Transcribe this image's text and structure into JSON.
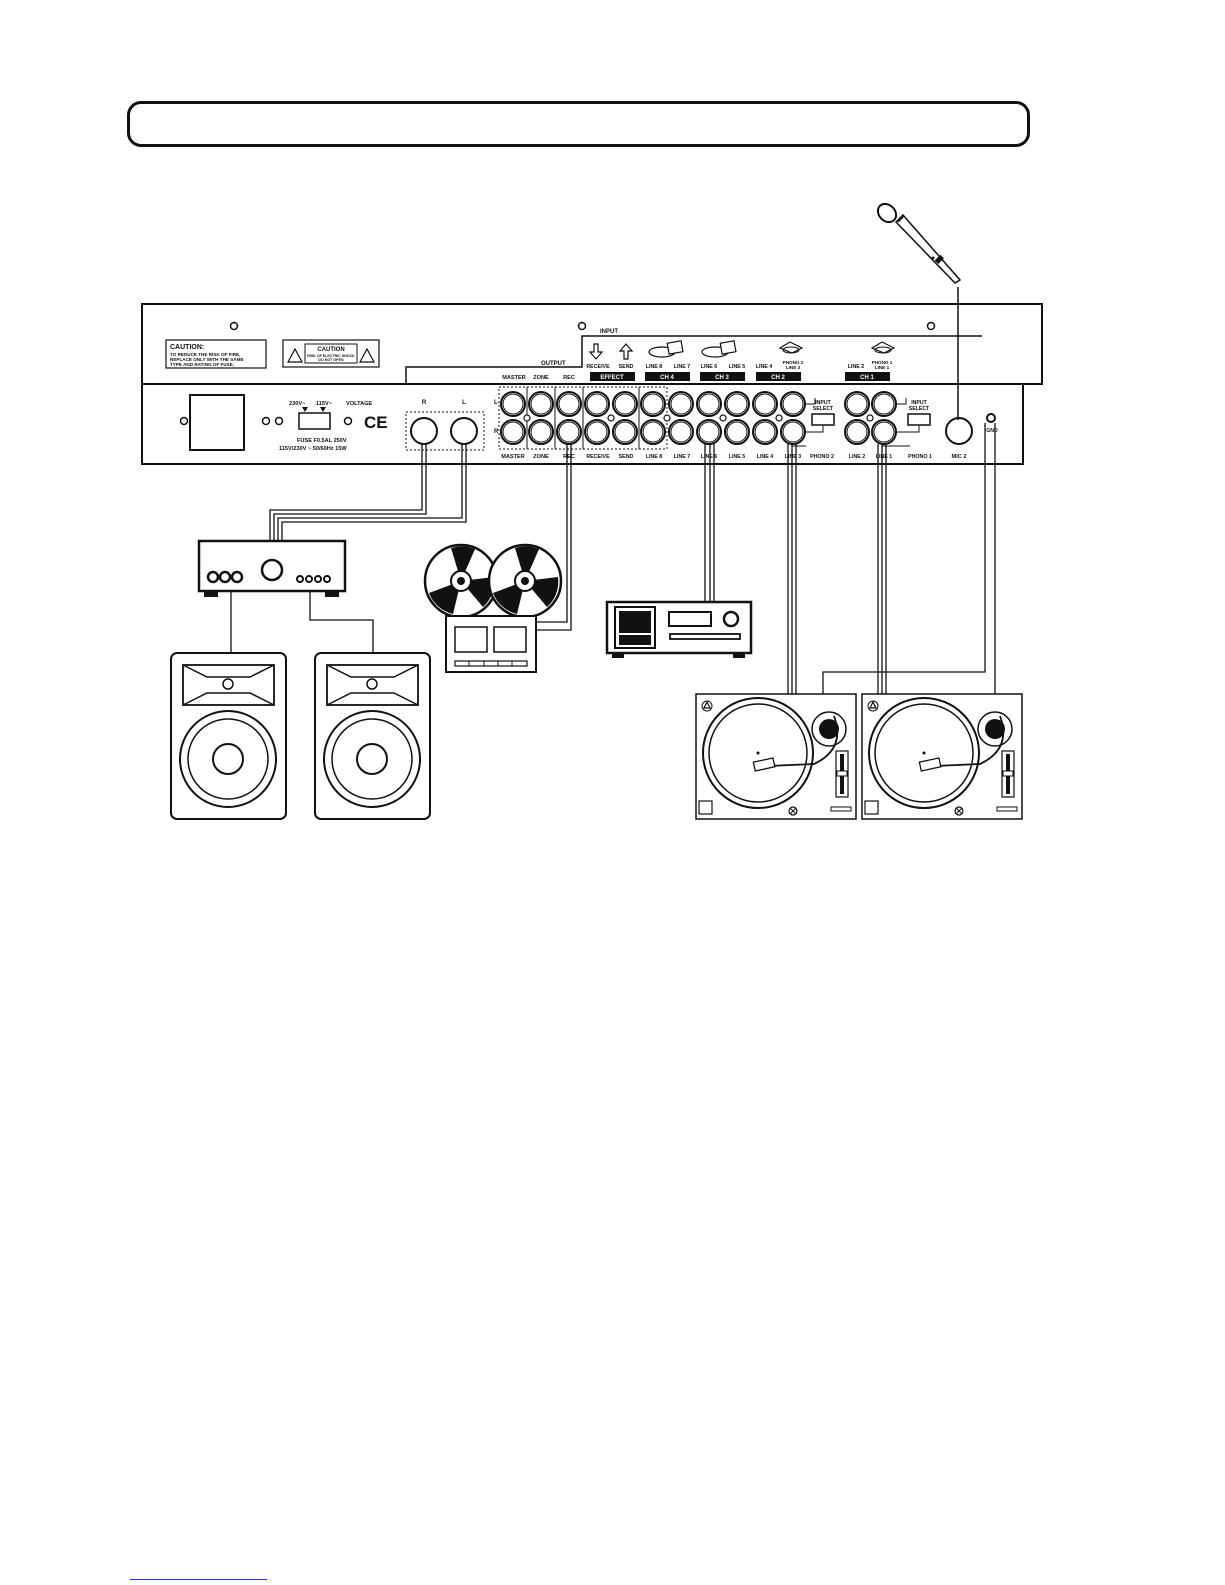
{
  "header": {
    "title": ""
  },
  "panel": {
    "caution_left_title": "CAUTION:",
    "caution_left_body": [
      "TO REDUCE THE RISK OF FIRE,",
      "REPLACE ONLY WITH THE SAME",
      "TYPE AND RATING OF FUSE."
    ],
    "caution_sticker_title": "CAUTION",
    "caution_sticker_body": [
      "RISK OF ELECTRIC SHOCK",
      "DO NOT OPEN"
    ],
    "input_label": "INPUT",
    "output_label": "OUTPUT",
    "voltage_230": "230V~",
    "voltage_115": "115V~",
    "voltage_label": "VOLTAGE",
    "ce_mark": "CE",
    "fuse_line1": "FUSE F0.5AL 250V",
    "fuse_line2": "115V/230V ~ 50/60Hz 15W",
    "out_r": "R",
    "out_l": "L",
    "row_l": "L",
    "row_r": "R",
    "top_labels": {
      "master": "MASTER",
      "zone": "ZONE",
      "rec": "REC",
      "receive": "RECEIVE",
      "send": "SEND",
      "line8": "LINE 8",
      "line7": "LINE 7",
      "line6": "LINE 6",
      "line5": "LINE 5",
      "line4": "LINE 4",
      "phono2_line3": [
        "PHONO 2",
        "LINE 3"
      ],
      "line2": "LINE 2",
      "phono1_line1": [
        "PHONO 1",
        "LINE 1"
      ]
    },
    "channel_tags": {
      "effect": "EFFECT",
      "ch4": "CH 4",
      "ch3": "CH 3",
      "ch2": "CH 2",
      "ch1": "CH 1"
    },
    "bottom_labels": {
      "master": "MASTER",
      "zone": "ZONE",
      "rec": "REC",
      "receive": "RECEIVE",
      "send": "SEND",
      "line8": "LINE 8",
      "line7": "LINE 7",
      "line6": "LINE 6",
      "line5": "LINE 5",
      "line4": "LINE 4",
      "line3": "LINE 3",
      "phono2": "PHONO 2",
      "line2": "LINE 2",
      "line1": "LINE 1",
      "phono1": "PHONO 1",
      "mic2": "MIC 2",
      "gnd": "GND"
    },
    "input_select_1": [
      "INPUT",
      "SELECT"
    ],
    "input_select_2": [
      "INPUT",
      "SELECT"
    ]
  },
  "devices": [
    "amplifier",
    "reel-to-reel-recorder",
    "cd-player",
    "speaker-left",
    "speaker-right",
    "turntable-left",
    "turntable-right",
    "microphone"
  ],
  "colors": {
    "ink": "#111111",
    "footer_link": "#1a3fd0"
  }
}
